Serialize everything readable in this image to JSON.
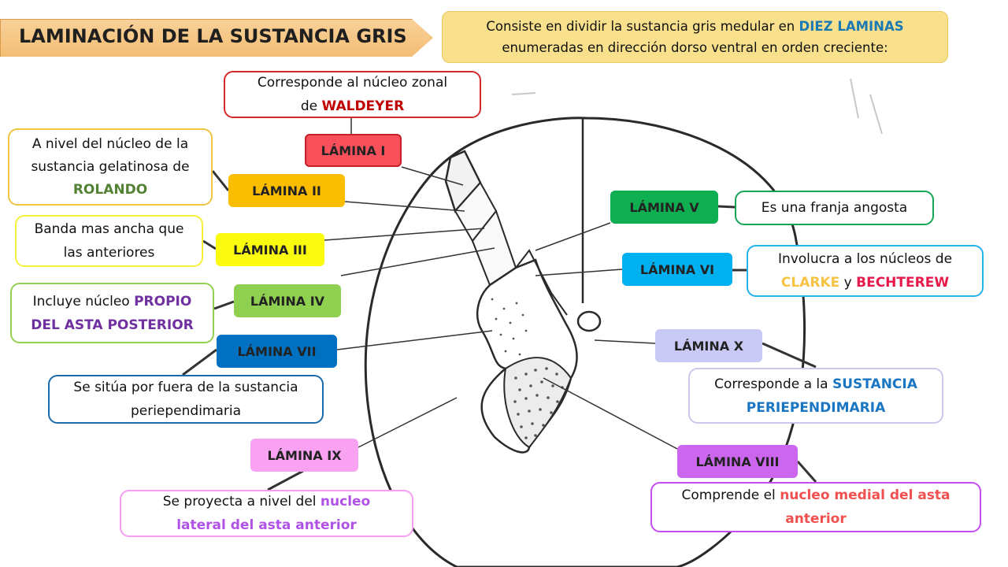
{
  "title": "LAMINACIÓN DE LA SUSTANCIA GRIS",
  "intro": {
    "line1_a": "Consiste en dividir la sustancia gris medular en ",
    "line1_hl": "DIEZ LAMINAS",
    "line2": "enumeradas en dirección dorso ventral en orden creciente:",
    "highlight_color": "#1a7ab5"
  },
  "laminas": {
    "I": {
      "label": "LÁMINA I",
      "fill": "#f9505b",
      "text_color": "#222222"
    },
    "II": {
      "label": "LÁMINA II",
      "fill": "#fbbd00",
      "text_color": "#222222"
    },
    "III": {
      "label": "LÁMINA III",
      "fill": "#fbfb10",
      "text_color": "#222222"
    },
    "IV": {
      "label": "LÁMINA IV",
      "fill": "#90d050",
      "text_color": "#222222"
    },
    "V": {
      "label": "LÁMINA V",
      "fill": "#0fae50",
      "text_color": "#222222"
    },
    "VI": {
      "label": "LÁMINA VI",
      "fill": "#00b0ef",
      "text_color": "#222222"
    },
    "VII": {
      "label": "LÁMINA VII",
      "fill": "#0070c0",
      "text_color": "#222222"
    },
    "VIII": {
      "label": "LÁMINA VIII",
      "fill": "#cc66ee",
      "text_color": "#222222"
    },
    "IX": {
      "label": "LÁMINA IX",
      "fill": "#f9a2f1",
      "text_color": "#222222"
    },
    "X": {
      "label": "LÁMINA X",
      "fill": "#c9c9f5",
      "text_color": "#222222"
    }
  },
  "descriptions": {
    "I": {
      "line1": "Corresponde al núcleo zonal",
      "line2_a": "de ",
      "line2_hl": "WALDEYER",
      "hl_color": "#c00000",
      "border": "#d42a2a"
    },
    "II": {
      "line1": "A nivel del núcleo de la",
      "line2": "sustancia gelatinosa de",
      "line3_hl": "ROLANDO",
      "hl_color": "#548235",
      "border": "#f0c540"
    },
    "III": {
      "line1": "Banda mas ancha que",
      "line2": "las anteriores",
      "border": "#f7ef3b"
    },
    "IV": {
      "line1_a": "Incluye núcleo ",
      "line1_hl": "PROPIO",
      "line2_hl": "DEL ASTA POSTERIOR",
      "hl_color": "#7030a0",
      "border": "#92d050"
    },
    "V": {
      "line1": "Es una franja angosta",
      "border": "#13a553"
    },
    "VI": {
      "line1": "Involucra a los núcleos de",
      "line2_hl1": "CLARKE",
      "line2_mid": " y ",
      "line2_hl2": "BECHTEREW",
      "hl1_color": "#f6c342",
      "hl2_color": "#e6194b",
      "border": "#22b1e8"
    },
    "VII": {
      "line1": "Se sitúa por fuera de la sustancia",
      "line2": "periependimaria",
      "border": "#1c6aa8"
    },
    "VIII": {
      "line1_a": "Comprende el ",
      "line1_hl": "nucleo medial del asta",
      "line2_hl": "anterior",
      "hl_color": "#f24f4f",
      "border": "#c34ef0"
    },
    "IX": {
      "line1_a": "Se proyecta a nivel del ",
      "line1_hl": "nucleo",
      "line2_hl": "lateral del asta anterior",
      "hl_color": "#b152e6",
      "border": "#f59ef0"
    },
    "X": {
      "line1_a": "Corresponde a la ",
      "line1_hl": "SUSTANCIA",
      "line2_hl": "PERIEPENDIMARIA",
      "hl_color": "#1a76c2",
      "border": "#c9c9ee"
    }
  }
}
